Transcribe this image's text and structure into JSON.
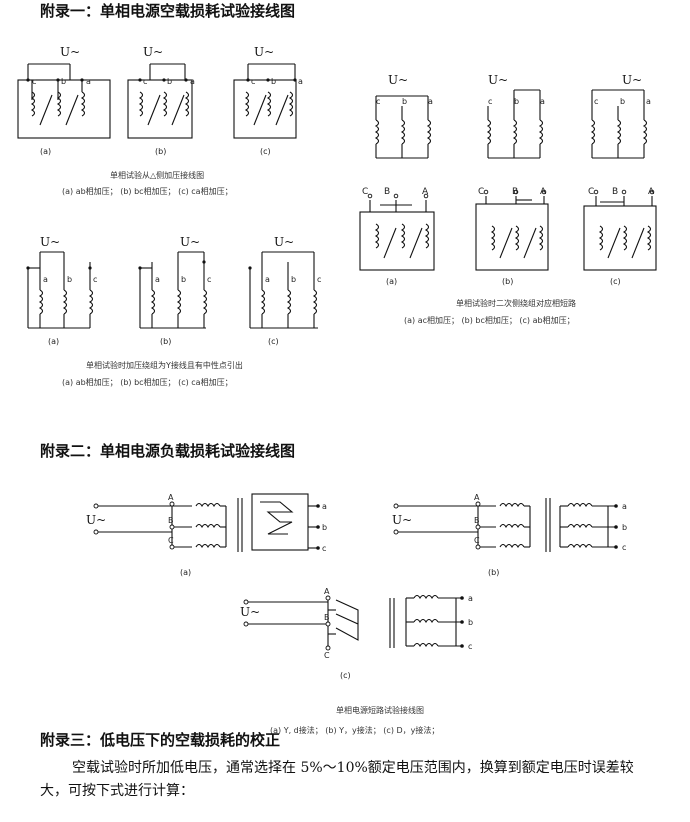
{
  "sections": {
    "appendix1_title": "附录一：单相电源空载损耗试验接线图",
    "appendix2_title": "附录二：单相电源负载损耗试验接线图",
    "appendix3_title": "附录三：低电压下的空载损耗的校正"
  },
  "paragraph": "空载试验时所加低电压，通常选择在 5%～10%额定电压范围内，换算到额定电压时误差较大，可按下式进行计算：",
  "labels": {
    "source": "U~",
    "a": "a",
    "b": "b",
    "c": "c",
    "A": "A",
    "B": "B",
    "C": "C",
    "sub_a": "(a)",
    "sub_b": "(b)",
    "sub_c": "(c)"
  },
  "figure1": {
    "caption": "单相试验从△侧加压接线图",
    "subcaption": "(a)  ab相加压；  (b)  bc相加压；  (c)  ca相加压；"
  },
  "figure2": {
    "caption": "单相试验时加压绕组为Y接线且有中性点引出",
    "subcaption": "(a)  ab相加压；  (b)  bc相加压；  (c)  ca相加压；"
  },
  "figure3": {
    "caption": "单相试验时二次侧绕组对应相短路",
    "subcaption": "(a)  ac相加压；   (b)  bc相加压；   (c)  ab相加压；"
  },
  "figure4": {
    "caption": "单相电源短路试验接线图",
    "subcaption": "(a)  Y, d接法；   (b)  Y，y接法；   (c)  D，y接法；"
  }
}
